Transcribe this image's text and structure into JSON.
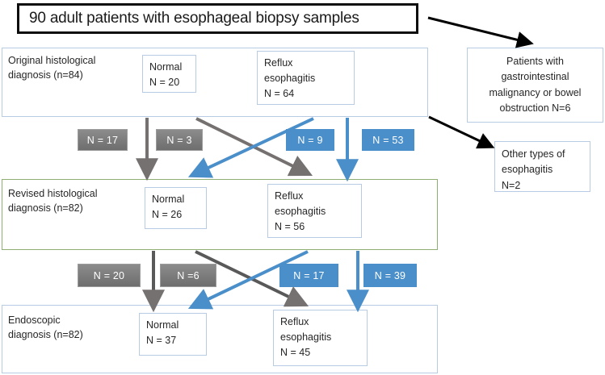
{
  "title": {
    "text": "90 adult patients with esophageal biopsy samples"
  },
  "rows": [
    {
      "label": "Original histological\ndiagnosis (n=84)",
      "normal": "Normal\nN = 20",
      "reflux": "Reflux\nesophagitis\nN = 64"
    },
    {
      "label": "Revised histological\ndiagnosis (n=82)",
      "normal": "Normal\nN = 26",
      "reflux": "Reflux\nesophagitis\nN = 56"
    },
    {
      "label": "Endoscopic\ndiagnosis (n=82)",
      "normal": "Normal\nN = 37",
      "reflux": "Reflux\nesophagitis\nN = 45"
    }
  ],
  "side_boxes": [
    {
      "text": "Patients with\ngastrointestinal\nmalignancy or bowel\nobstruction  N=6"
    },
    {
      "text": "Other types of\nesophagitis\nN=2"
    }
  ],
  "transitions": {
    "first": [
      {
        "label": "N = 17",
        "color": "gray"
      },
      {
        "label": "N = 3",
        "color": "gray"
      },
      {
        "label": "N = 9",
        "color": "blue"
      },
      {
        "label": "N = 53",
        "color": "blue"
      }
    ],
    "second": [
      {
        "label": "N = 20",
        "color": "gray"
      },
      {
        "label": "N =6",
        "color": "gray"
      },
      {
        "label": "N = 17",
        "color": "blue"
      },
      {
        "label": "N = 39",
        "color": "blue"
      }
    ]
  },
  "colors": {
    "blue": "#4a8fc9",
    "gray": "#7b7b7b",
    "box_border": "#b7cce4",
    "green_border": "#8fae73",
    "title_border": "#0d0d0d",
    "black_arrow": "#000000"
  },
  "chart_data": {
    "type": "diagram",
    "title": "Diagnostic reclassification flow of esophageal biopsy samples",
    "nodes": [
      {
        "id": "total",
        "label": "90 adult patients with esophageal biopsy samples",
        "n": 90
      },
      {
        "id": "orig_normal",
        "label": "Normal",
        "n": 20,
        "stage": "Original histological diagnosis"
      },
      {
        "id": "orig_reflux",
        "label": "Reflux esophagitis",
        "n": 64,
        "stage": "Original histological diagnosis"
      },
      {
        "id": "rev_normal",
        "label": "Normal",
        "n": 26,
        "stage": "Revised histological diagnosis"
      },
      {
        "id": "rev_reflux",
        "label": "Reflux esophagitis",
        "n": 56,
        "stage": "Revised histological diagnosis"
      },
      {
        "id": "endo_normal",
        "label": "Normal",
        "n": 37,
        "stage": "Endoscopic diagnosis"
      },
      {
        "id": "endo_reflux",
        "label": "Reflux esophagitis",
        "n": 45,
        "stage": "Endoscopic diagnosis"
      },
      {
        "id": "excl_gi",
        "label": "Patients with gastrointestinal malignancy or bowel obstruction",
        "n": 6
      },
      {
        "id": "excl_other",
        "label": "Other types of esophagitis",
        "n": 2
      }
    ],
    "stage_totals": {
      "original": 84,
      "revised": 82,
      "endoscopic": 82
    },
    "edges": [
      {
        "from": "orig_normal",
        "to": "rev_normal",
        "n": 17,
        "color": "gray"
      },
      {
        "from": "orig_normal",
        "to": "rev_reflux",
        "n": 3,
        "color": "gray"
      },
      {
        "from": "orig_reflux",
        "to": "rev_normal",
        "n": 9,
        "color": "blue"
      },
      {
        "from": "orig_reflux",
        "to": "rev_reflux",
        "n": 53,
        "color": "blue"
      },
      {
        "from": "rev_normal",
        "to": "endo_normal",
        "n": 20,
        "color": "gray"
      },
      {
        "from": "rev_normal",
        "to": "endo_reflux",
        "n": 6,
        "color": "gray"
      },
      {
        "from": "rev_reflux",
        "to": "endo_normal",
        "n": 17,
        "color": "blue"
      },
      {
        "from": "rev_reflux",
        "to": "endo_reflux",
        "n": 39,
        "color": "blue"
      },
      {
        "from": "total",
        "to": "excl_gi",
        "n": 6,
        "color": "black"
      },
      {
        "from": "total",
        "to": "excl_other",
        "n": 2,
        "color": "black"
      }
    ]
  }
}
